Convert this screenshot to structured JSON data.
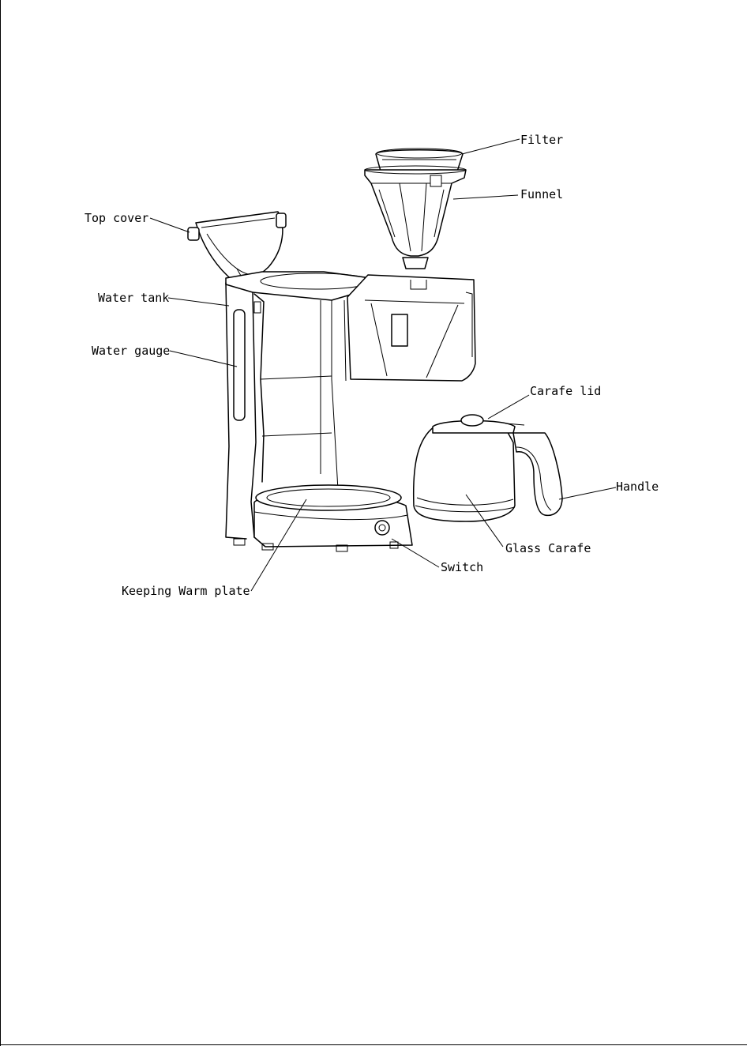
{
  "diagram": {
    "labels": {
      "filter": "Filter",
      "funnel": "Funnel",
      "top_cover": "Top cover",
      "water_tank": "Water tank",
      "water_gauge": "Water gauge",
      "carafe_lid": "Carafe lid",
      "handle": "Handle",
      "glass_carafe": "Glass Carafe",
      "switch": "Switch",
      "keeping_warm_plate": "Keeping Warm plate"
    }
  }
}
